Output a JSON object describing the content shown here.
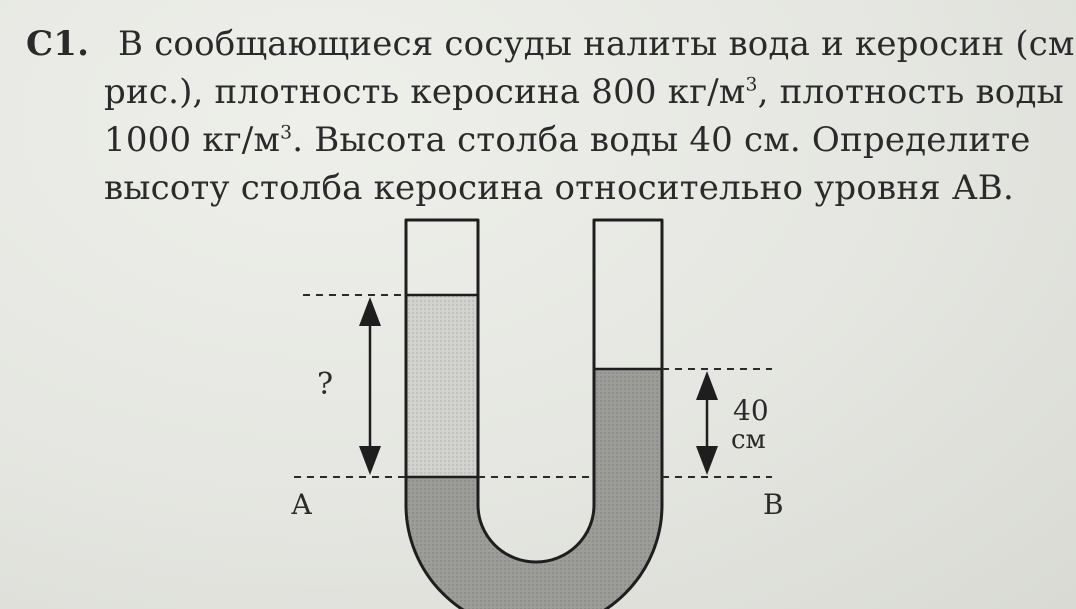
{
  "problem": {
    "number": "С1.",
    "line1": "В сообщающиеся сосуды налиты вода и керосин (см.",
    "line2a": "рис.), плотность керосина 800 кг/м",
    "line2sup": "3",
    "line2b": ", плотность воды",
    "line3a": "1000 кг/м",
    "line3sup": "3",
    "line3b": ". Высота столба воды 40 см. Определите",
    "line4": "высоту столба керосина относительно уровня АВ."
  },
  "figure": {
    "unknown_label": "?",
    "water_height_value": "40",
    "water_height_unit": "см",
    "level_left_label": "А",
    "level_right_label": "В",
    "kerosene_fill": "#cfcfcb",
    "water_fill": "#9a9a97"
  }
}
